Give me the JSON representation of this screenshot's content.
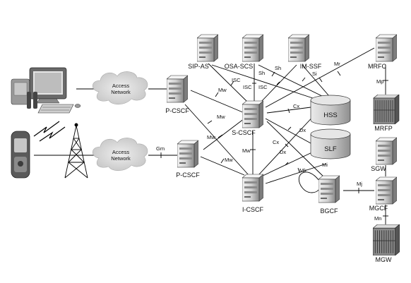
{
  "clouds": {
    "top": {
      "line1": "Access",
      "line2": "Network"
    },
    "bottom": {
      "line1": "Access",
      "line2": "Network"
    }
  },
  "nodes": {
    "sip_as": "SIP-AS",
    "osa_scs": "OSA-SCS",
    "im_ssf": "IM-SSF",
    "mrfc": "MRFC",
    "p_cscf_top": "P-CSCF",
    "p_cscf_bottom": "P-CSCF",
    "s_cscf": "S-CSCF",
    "i_cscf": "I-CSCF",
    "bgcf": "BGCF",
    "mrfp": "MRFP",
    "sgw": "SGW",
    "mgcf": "MGCF",
    "mgw": "MGW"
  },
  "databases": {
    "hss": "HSS",
    "slf": "SLF"
  },
  "interfaces": {
    "gm": "Gm",
    "mw_pcscf_top": "Mw",
    "mw_pcscf_top_icscf": "Mw",
    "mw_pcscf_bottom": "Mw",
    "mw_pcscf_bottom_icscf": "Mw",
    "mw_scscf_icscf": "Mw",
    "isc_sip": "ISC",
    "isc_osa": "ISC",
    "isc_imssf": "ISC",
    "sh_osa": "Sh",
    "sh_sip": "Sh",
    "si": "Si",
    "mr": "Mr",
    "mp": "Mp",
    "cx_scscf": "Cx",
    "cx_icscf": "Cx",
    "dx_scscf": "Dx",
    "dx_icscf": "Dx",
    "mi": "Mi",
    "mk": "Mk",
    "mj": "Mj",
    "mn": "Mn"
  },
  "colors": {
    "line": "#000000",
    "server_light": "#eeeeee",
    "server_mid": "#bbbbbb",
    "server_dark": "#777777",
    "database": "#cfcfcf",
    "cloud": "#d8d8d8"
  }
}
